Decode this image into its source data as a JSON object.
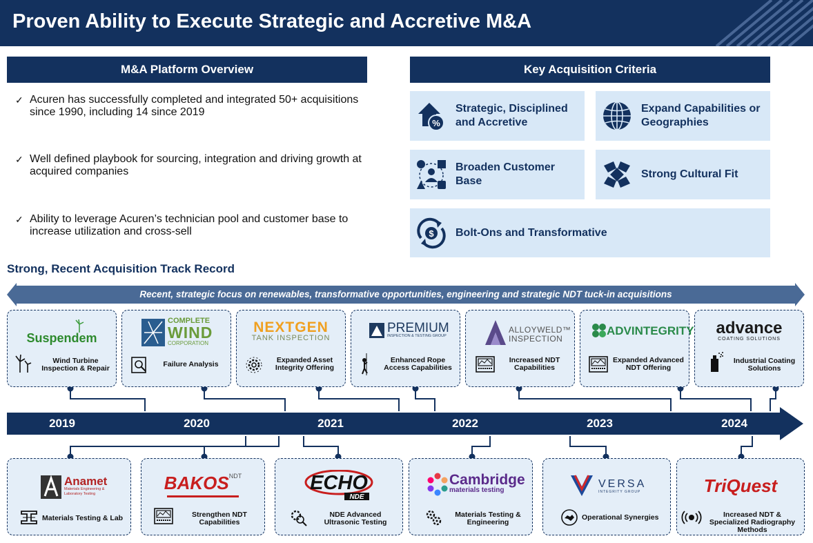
{
  "header": {
    "title": "Proven Ability to Execute Strategic and Accretive M&A"
  },
  "overview": {
    "heading": "M&A Platform Overview",
    "bullets": [
      "Acuren has successfully completed and integrated 50+ acquisitions since 1990, including 14 since 2019",
      "Well defined playbook for sourcing, integration and driving growth at acquired companies",
      "Ability to leverage Acuren’s technician pool and customer base to increase utilization and cross-sell"
    ]
  },
  "criteria": {
    "heading": "Key Acquisition Criteria",
    "items": [
      {
        "label": "Strategic, Disciplined and Accretive",
        "icon": "house-percent-icon"
      },
      {
        "label": "Expand Capabilities or Geographies",
        "icon": "globe-icon"
      },
      {
        "label": "Broaden Customer Base",
        "icon": "people-network-icon"
      },
      {
        "label": "Strong Cultural Fit",
        "icon": "handshake-circle-icon"
      },
      {
        "label": "Bolt-Ons and Transformative",
        "icon": "dollar-cycle-icon"
      }
    ]
  },
  "track": {
    "title": "Strong, Recent Acquisition Track Record",
    "banner": "Recent, strategic focus on renewables, transformative opportunities, engineering and strategic NDT tuck-in acquisitions",
    "years": [
      "2019",
      "2020",
      "2021",
      "2022",
      "2023",
      "2024"
    ],
    "top_cards": [
      {
        "logo": "Suspendem",
        "caption": "Wind Turbine Inspection & Repair",
        "icon": "wind-turbine-icon"
      },
      {
        "logo_line1": "COMPLETE",
        "logo_line2": "WIND",
        "logo_line3": "CORPORATION",
        "caption": "Failure Analysis",
        "icon": "analysis-icon"
      },
      {
        "logo_line1": "NEXTGEN",
        "logo_line2": "TANK INSPECTION",
        "caption": "Expanded Asset Integrity Offering",
        "icon": "gear-icon"
      },
      {
        "logo_line1": "PREMIUM",
        "logo_line2": "INSPECTION & TESTING GROUP",
        "caption": "Enhanced Rope Access Capabilities",
        "icon": "rope-climber-icon"
      },
      {
        "logo_line1": "ALLOYWELD™",
        "logo_line2": "INSPECTION",
        "caption": "Increased NDT Capabilities",
        "icon": "ndt-device-icon"
      },
      {
        "logo": "ADVINTEGRITY",
        "caption": "Expanded Advanced NDT Offering",
        "icon": "ndt-device-icon"
      },
      {
        "logo_line1": "advance",
        "logo_line2": "COATING SOLUTIONS",
        "caption": "Industrial Coating Solutions",
        "icon": "spray-can-icon"
      }
    ],
    "bottom_cards": [
      {
        "logo": "Anamet",
        "logo_sub": "Materials Engineering & Laboratory Testing",
        "caption": "Materials Testing & Lab",
        "icon": "i-beam-icon"
      },
      {
        "logo": "BAKOS",
        "logo_sup": "NDT",
        "caption": "Strengthen NDT Capabilities",
        "icon": "ndt-device-icon"
      },
      {
        "logo": "ECHO",
        "logo_sub": "NDE",
        "caption": "NDE Advanced Ultrasonic Testing",
        "icon": "gear-search-icon"
      },
      {
        "logo": "Cambridge",
        "logo_sub": "materials testing",
        "caption": "Materials Testing & Engineering",
        "icon": "gears-icon"
      },
      {
        "logo": "VERSA",
        "logo_sub": "INTEGRITY GROUP",
        "caption": "Operational Synergies",
        "icon": "handshake-icon"
      },
      {
        "logo": "TriQuest",
        "caption": "Increased NDT & Specialized Radiography Methods",
        "icon": "radiation-signal-icon"
      }
    ]
  },
  "colors": {
    "navy": "#13315e",
    "light_blue": "#d8e8f7",
    "card_bg": "#e4eef8",
    "banner": "#4a6a96"
  }
}
